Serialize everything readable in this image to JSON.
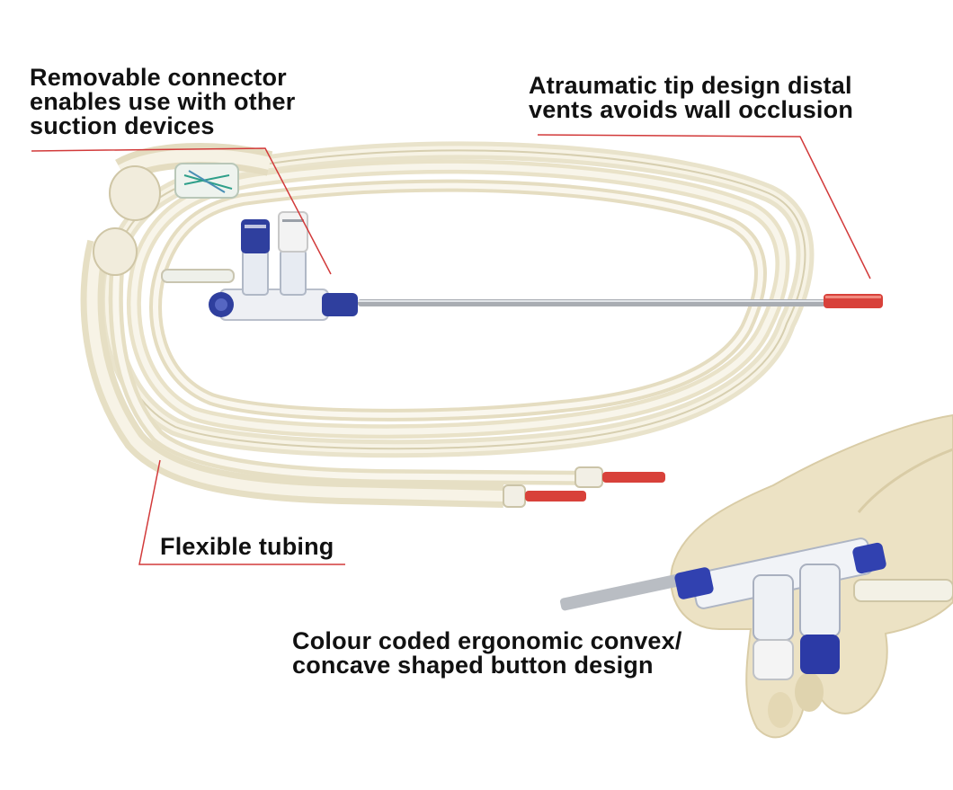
{
  "annotations": {
    "connector": {
      "lines": [
        "Removable connector",
        "enables use with other",
        "suction devices"
      ]
    },
    "tip": {
      "lines": [
        "Atraumatic tip design distal",
        "vents avoids wall occlusion"
      ]
    },
    "tubing": {
      "lines": [
        "Flexible tubing"
      ]
    },
    "button": {
      "lines": [
        "Colour coded ergonomic convex/",
        "concave shaped button design"
      ]
    }
  },
  "colors": {
    "leader_line": "#d23a3a",
    "label_text": "#111111",
    "tubing": "#e9e4cf",
    "tip_red": "#d8413a",
    "valve_blue": "#2f3f9e",
    "glove": "#eadfc0"
  },
  "image": {
    "subject": "suction irrigation tubing set with trumpet valve handpiece and probe, inset of gloved hand holding handpiece"
  }
}
